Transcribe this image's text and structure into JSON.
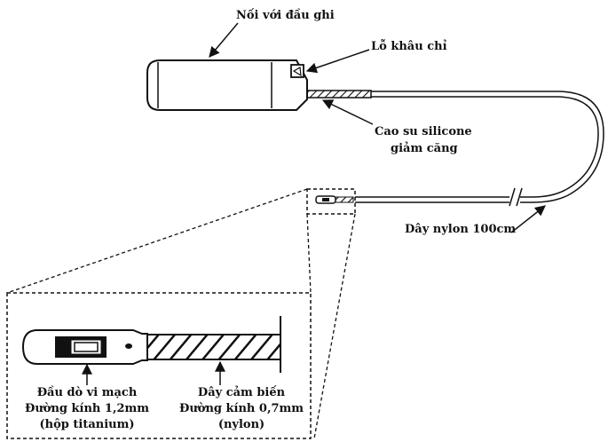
{
  "labels": {
    "connector": "Nối với đầu ghi",
    "suture_hole": "Lỗ khâu chỉ",
    "silicone_line1": "Cao su silicone",
    "silicone_line2": "giảm căng",
    "nylon": "Dây nylon 100cm",
    "probe_line1": "Đầu dò vi mạch",
    "probe_line2": "Đường kính 1,2mm",
    "probe_line3": "(hộp titanium)",
    "wire_line1": "Dây cảm biến",
    "wire_line2": "Đường kính 0,7mm",
    "wire_line3": "(nylon)"
  },
  "colors": {
    "stroke": "#111111",
    "background": "#ffffff"
  }
}
